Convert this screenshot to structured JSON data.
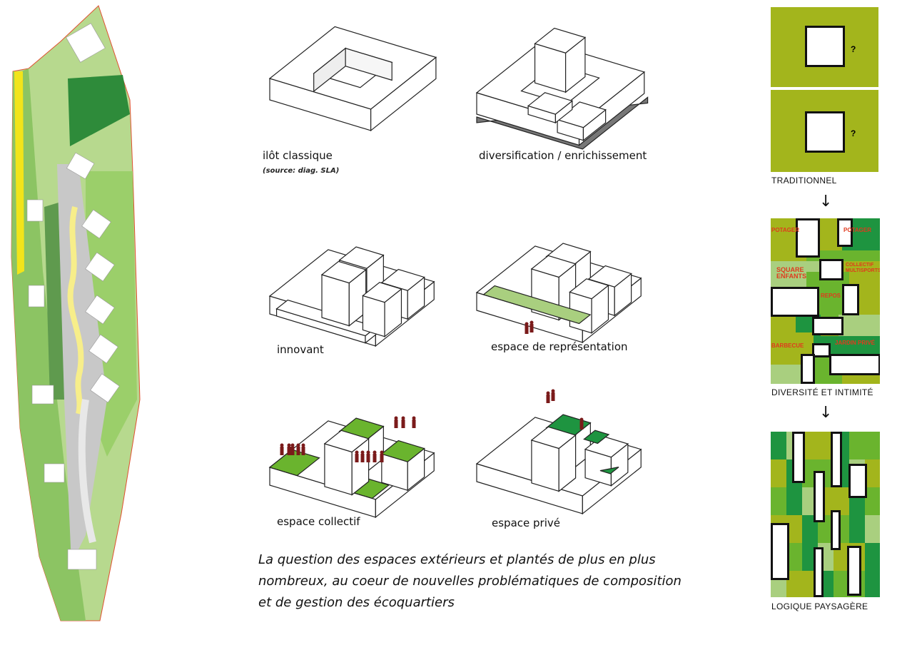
{
  "diagrams": [
    {
      "label": "ilôt classique",
      "source": "(source: diag. SLA)"
    },
    {
      "label": "diversification / enrichissement"
    },
    {
      "label": "innovant"
    },
    {
      "label": "espace de représentation"
    },
    {
      "label": "espace collectif"
    },
    {
      "label": "espace privé"
    }
  ],
  "caption": "La question des espaces extérieurs et plantés de plus en plus nombreux, au coeur de nouvelles problématiques de composition et de gestion des écoquartiers",
  "schemes": {
    "traditional": {
      "label": "TRADITIONNEL",
      "marks": [
        "?",
        "?"
      ]
    },
    "arrow": "↓",
    "diversity": {
      "label": "DIVERSITÉ ET INTIMITÉ",
      "tags": [
        "POTAGER",
        "POTAGER",
        "SQUARE ENFANTS",
        "COLLECTIF MULTISPORTS",
        "REPOS",
        "BARBECUE",
        "JARDIN PRIVÉ"
      ]
    },
    "landscape": {
      "label": "LOGIQUE PAYSAGÈRE"
    }
  },
  "colors": {
    "olive": "#a3b51c",
    "green_dark": "#1e9440",
    "green_mid": "#6ab42e",
    "green_light": "#a9cf7f",
    "people": "#7a1a1a",
    "tag_red": "#e03a1e"
  }
}
